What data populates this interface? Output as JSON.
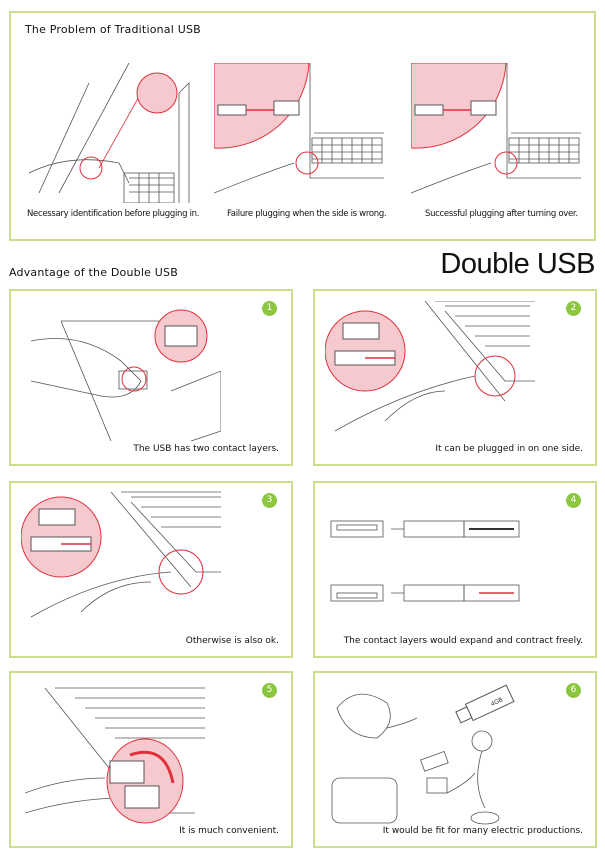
{
  "problem": {
    "heading": "The Problem of Traditional USB",
    "captions": [
      "Necessary identification before plugging in.",
      "Failure plugging when the side is wrong.",
      "Successful plugging after turning over."
    ]
  },
  "advantage": {
    "heading": "Advantage of the Double USB",
    "title": "Double USB",
    "panels": [
      {
        "number": "1",
        "caption": "The USB has two contact layers."
      },
      {
        "number": "2",
        "caption": "It can be plugged in on one side."
      },
      {
        "number": "3",
        "caption": "Otherwise is also ok."
      },
      {
        "number": "4",
        "caption": "The contact layers would expand and contract freely."
      },
      {
        "number": "5",
        "caption": "It is much convenient."
      },
      {
        "number": "6",
        "caption": "It would be fit for many electric productions."
      }
    ],
    "device_label": "4GB"
  },
  "colors": {
    "border": "#c9de8e",
    "badge": "#8cc63f",
    "highlight": "#f6c9cf",
    "accent": "#e0303c"
  }
}
